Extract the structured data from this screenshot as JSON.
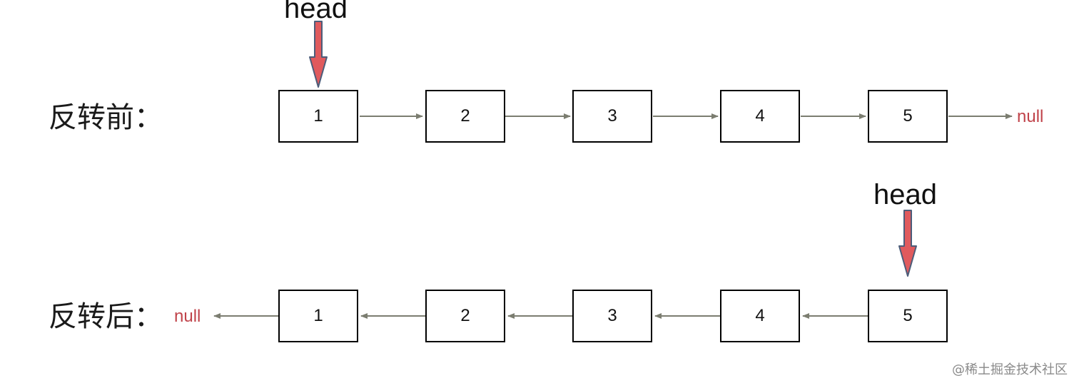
{
  "before": {
    "label": "反转前：",
    "nodes": [
      "1",
      "2",
      "3",
      "4",
      "5"
    ],
    "null_label": "null",
    "head_label": "head"
  },
  "after": {
    "label": "反转后：",
    "nodes": [
      "1",
      "2",
      "3",
      "4",
      "5"
    ],
    "null_label": "null",
    "head_label": "head"
  },
  "watermark": "@稀土掘金技术社区",
  "colors": {
    "arrow": "#7b7d70",
    "head_arrow_fill": "#e05a5d",
    "head_arrow_stroke": "#4c5d7a",
    "null_text": "#c0434a",
    "node_border": "#000000"
  }
}
